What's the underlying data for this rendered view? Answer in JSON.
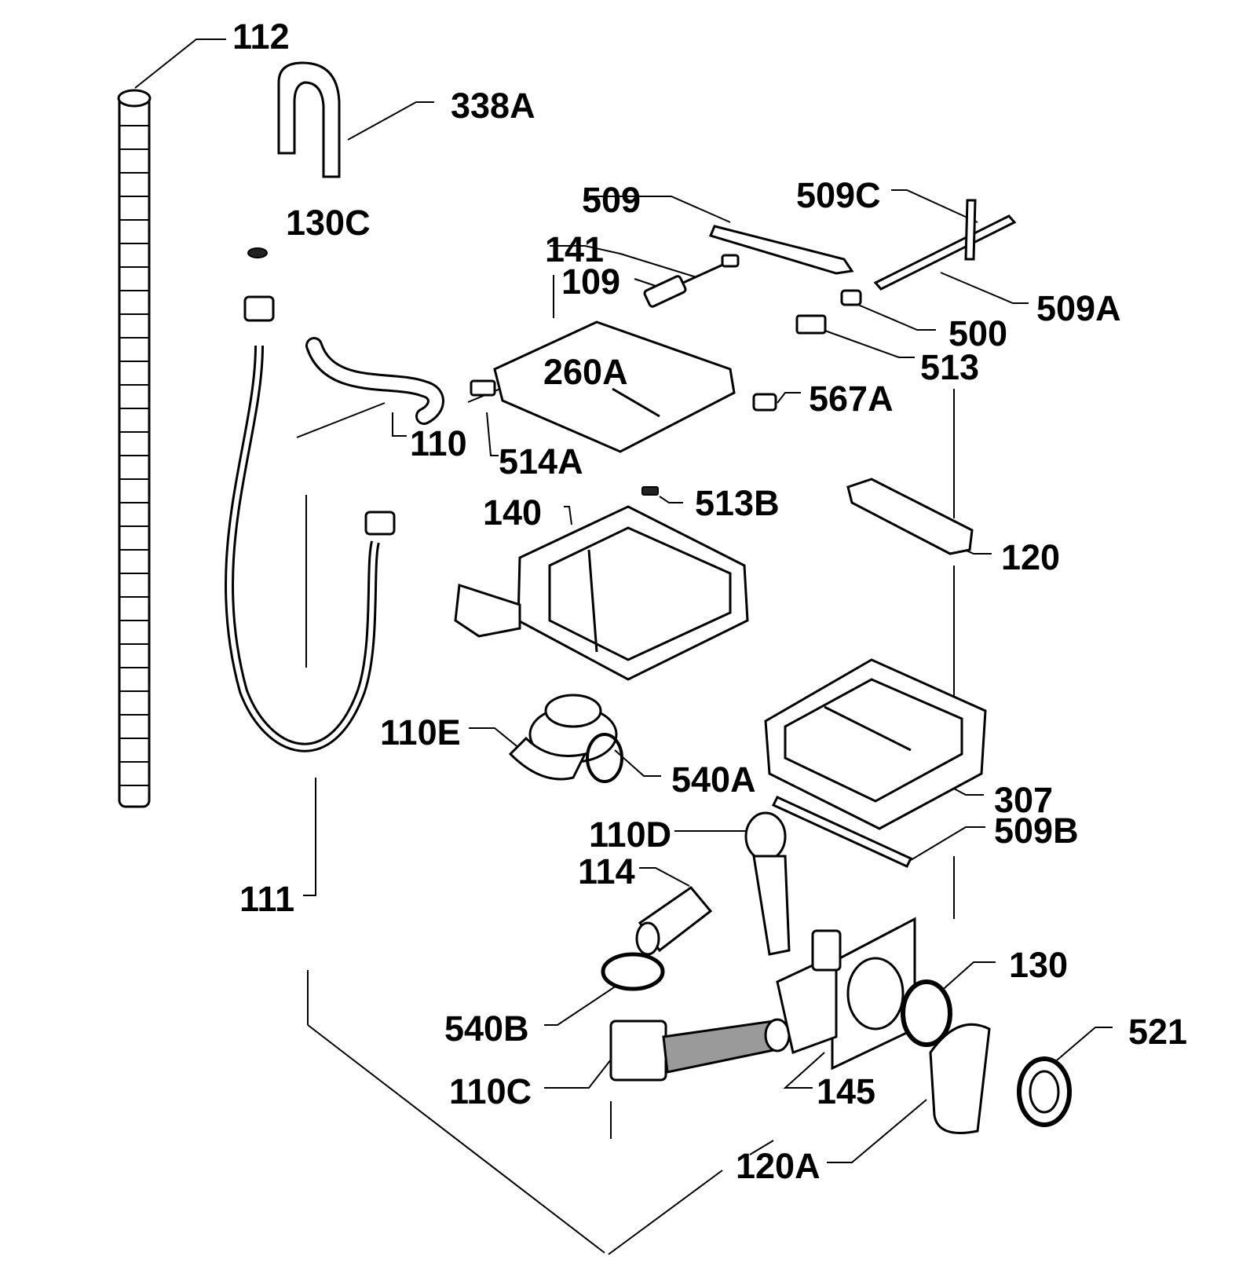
{
  "diagram": {
    "colors": {
      "ink": "#000000",
      "background": "#ffffff"
    },
    "labels": {
      "l112": "112",
      "l338A": "338A",
      "l130C": "130C",
      "l509": "509",
      "l509C": "509C",
      "l141": "141",
      "l109": "109",
      "l509A": "509A",
      "l500": "500",
      "l513": "513",
      "l260A": "260A",
      "l567A": "567A",
      "l110": "110",
      "l514A": "514A",
      "l513B": "513B",
      "l140": "140",
      "l120": "120",
      "l110E": "110E",
      "l540A": "540A",
      "l307": "307",
      "l509B": "509B",
      "l110D": "110D",
      "l114": "114",
      "l111": "111",
      "l130": "130",
      "l521": "521",
      "l540B": "540B",
      "l110C": "110C",
      "l145": "145",
      "l120A": "120A"
    }
  }
}
